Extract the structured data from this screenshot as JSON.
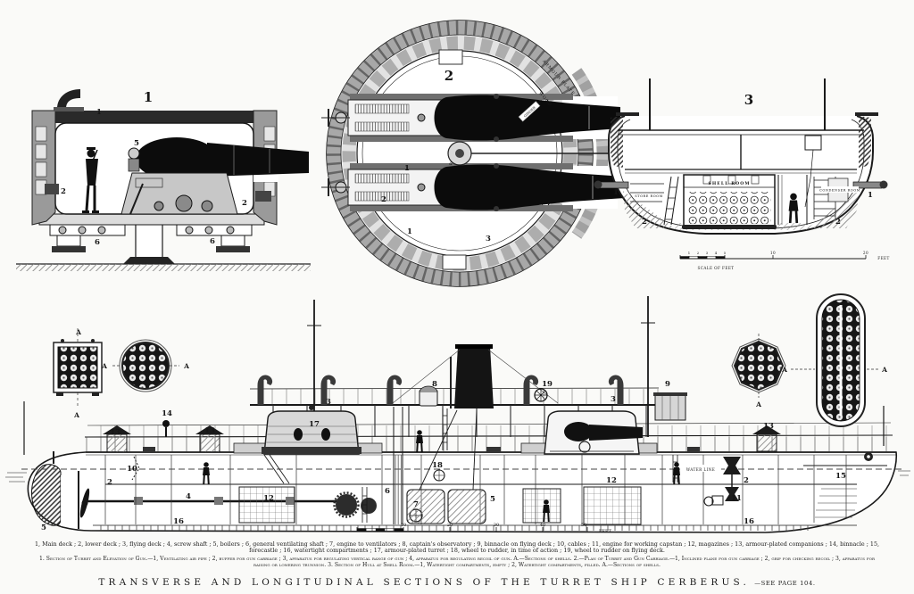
{
  "page": {
    "background": "#fafaf8",
    "ink": "#1a1a1a"
  },
  "figures": {
    "turret_section": {
      "big_number": "1",
      "part_numbers": [
        "1",
        "5",
        "2",
        "2",
        "6",
        "6"
      ]
    },
    "turret_plan": {
      "big_number": "2",
      "part_numbers": [
        "1",
        "2",
        "1",
        "3"
      ],
      "pivot_label": "a",
      "rim_labels": [
        "ARMOUR PLATE",
        "WOOD",
        "GIRDER"
      ]
    },
    "hull_section": {
      "big_number": "3",
      "part_numbers": [
        "1",
        "1",
        "2",
        "2"
      ],
      "room_labels": [
        "SHELL ROOM",
        "STORE ROOM",
        "CONDENSER ROOM"
      ],
      "scale": {
        "minor_ticks": [
          "1",
          "2",
          "3",
          "4",
          "5"
        ],
        "mid_tick": "10",
        "end_tick": "20",
        "unit": "FEET",
        "caption": "SCALE OF FEET"
      }
    },
    "longitudinal_section": {
      "part_numbers": [
        "13",
        "14",
        "13",
        "10",
        "2",
        "4",
        "16",
        "5",
        "3",
        "17",
        "8",
        "18",
        "12",
        "6",
        "7",
        "19",
        "3",
        "9",
        "5",
        "12",
        "13",
        "2",
        "11",
        "15",
        "16"
      ],
      "waterline_label": "WATER LINE",
      "scale": {
        "ticks": [
          "10",
          "20",
          "30",
          "40",
          "50"
        ],
        "unit": "FEET"
      }
    },
    "shell_details": {
      "axis_labels": [
        "A",
        "A",
        "A",
        "A",
        "A",
        "A",
        "A"
      ]
    }
  },
  "caption": {
    "key_line": "1, Main deck ; 2, lower deck ; 3, flying deck ; 4, screw shaft ; 5, boilers ; 6, general ventilating shaft ; 7, engine to ventilators ; 8, captain's observatory ; 9, binnacle on flying deck ; 10, cables ; 11, engine for working capstan ; 12, magazines ; 13, armour-plated companions ; 14, binnacle ; 15, forecastle ; 16, watertight compartments ; 17, armour-plated turret ; 18, wheel to rudder, in time of action ; 19, wheel to rudder on flying deck.",
    "legend_line": "1. Section of Turret and Elevation of Gun.—1, Ventilating air pipe ; 2, buffer for gun carriage ; 3, apparatus for regulating vertical range of gun ; 4, apparatus for regulating recoil of gun. A.—Sections of shells.   2.—Plan of Turret and Gun Carriage.—1, Inclined plane for gun carriage ; 2, grip for checking recoil ; 3, apparatus for raising or lowering trunnion.   3. Section of Hull at Shell Room.—1, Watertight compartments, empty ; 2, Watertight compartments, filled.   A.—Sections of shells.",
    "title_main": "TRANSVERSE AND LONGITUDINAL SECTIONS OF THE TURRET SHIP CERBERUS.",
    "title_suffix": "—SEE PAGE 104."
  }
}
